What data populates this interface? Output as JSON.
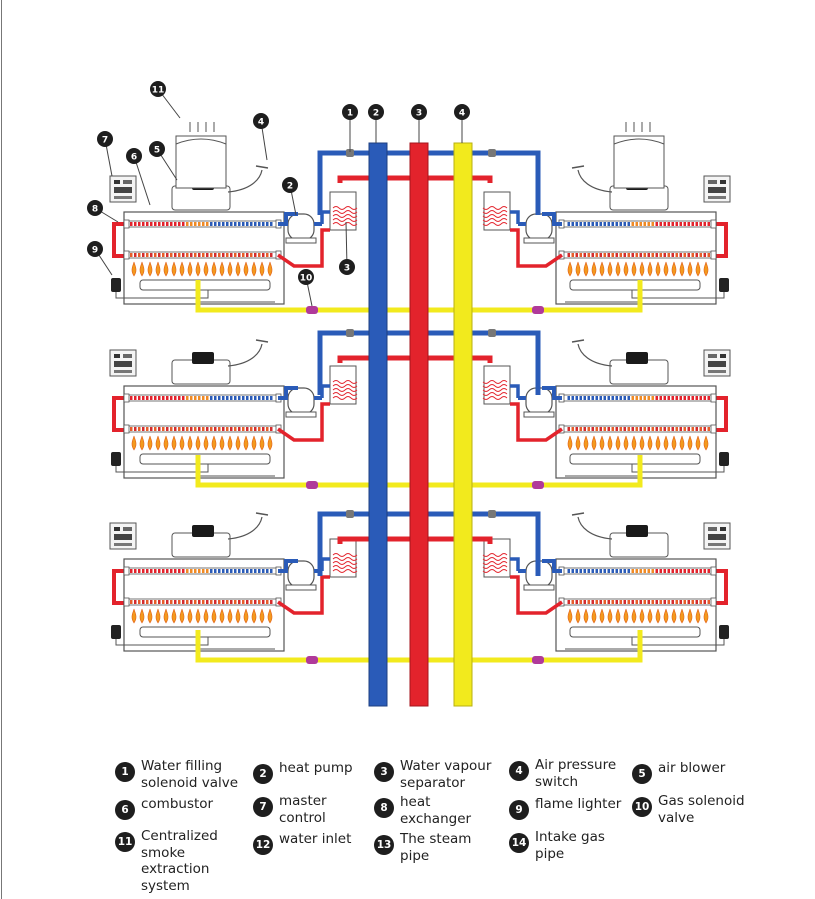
{
  "callouts": [
    "1",
    "2",
    "3",
    "4",
    "5",
    "6",
    "7",
    "8",
    "9",
    "10",
    "11",
    "12",
    "13",
    "14"
  ],
  "legend": [
    {
      "num": "1",
      "label": "Water filling\nsolenoid valve"
    },
    {
      "num": "2",
      "label": "heat pump"
    },
    {
      "num": "3",
      "label": "Water vapour\nseparator"
    },
    {
      "num": "4",
      "label": "Air pressure\nswitch"
    },
    {
      "num": "5",
      "label": "air blower"
    },
    {
      "num": "6",
      "label": "combustor"
    },
    {
      "num": "7",
      "label": "master\ncontrol"
    },
    {
      "num": "8",
      "label": " heat\nexchanger"
    },
    {
      "num": "9",
      "label": "flame lighter"
    },
    {
      "num": "10",
      "label": "Gas solenoid\nvalve"
    },
    {
      "num": "11",
      "label": "Centralized\nsmoke\nextraction\nsystem"
    },
    {
      "num": "12",
      "label": "water inlet"
    },
    {
      "num": "13",
      "label": "The steam\npipe"
    },
    {
      "num": "14",
      "label": "Intake gas\npipe"
    }
  ],
  "colors": {
    "water_inlet_pipe": "#2a5bb8",
    "steam_pipe": "#e3232c",
    "gas_pipe": "#f2ea1d",
    "connector": "#b03a9a",
    "badge": "#1e1e1e"
  }
}
